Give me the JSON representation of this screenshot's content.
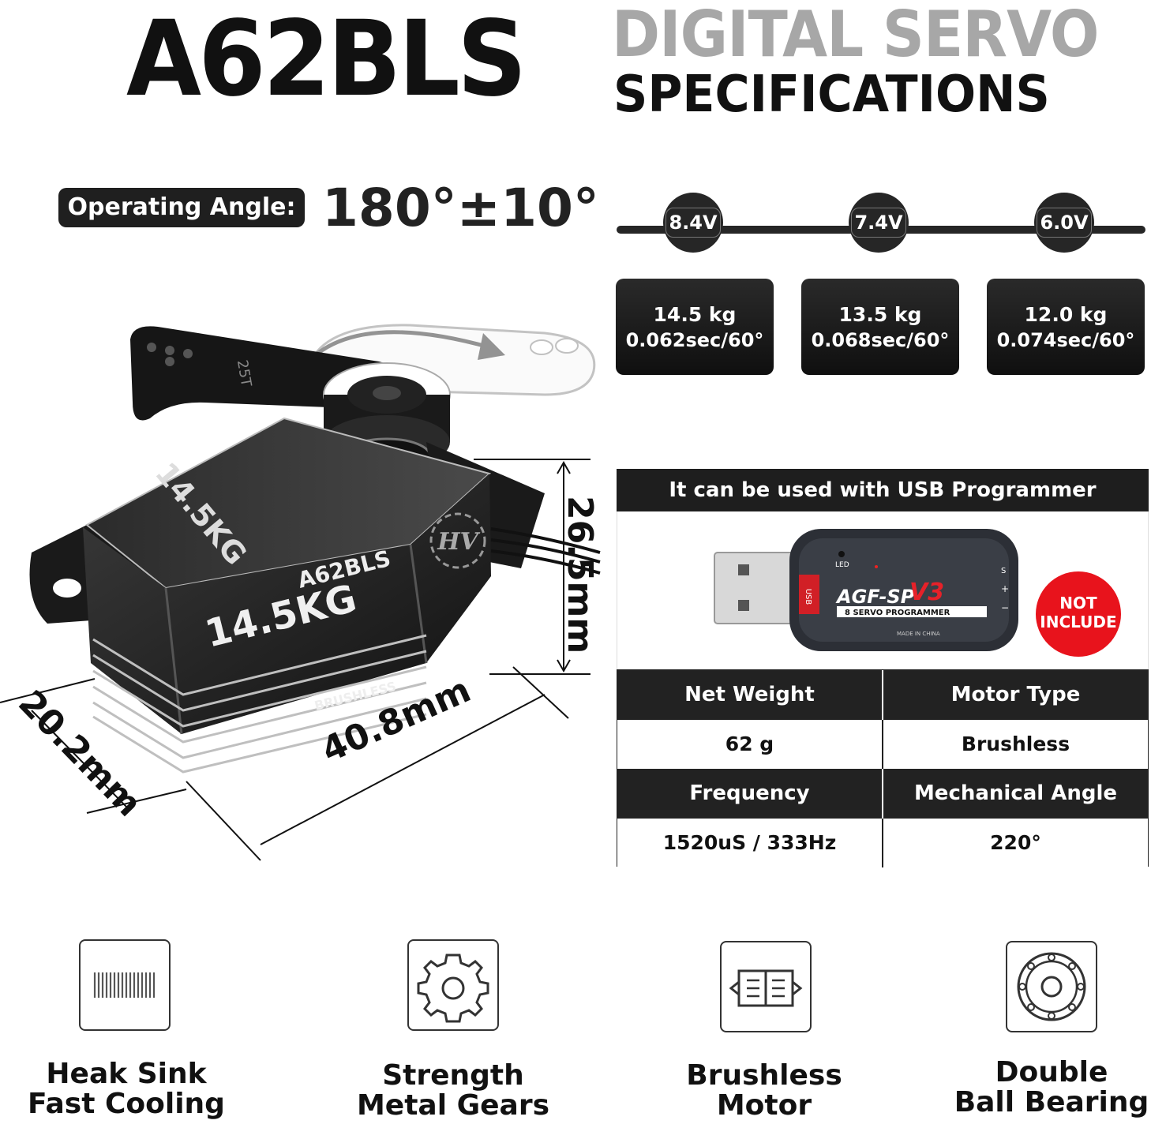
{
  "header": {
    "model": "A62BLS",
    "subtitle": "DIGITAL SERVO",
    "specifications": "SPECIFICATIONS"
  },
  "operating_angle": {
    "label": "Operating Angle:",
    "value": "180°±10°"
  },
  "voltages": [
    {
      "voltage": "8.4V",
      "torque": "14.5 kg",
      "speed": "0.062sec/60°"
    },
    {
      "voltage": "7.4V",
      "torque": "13.5 kg",
      "speed": "0.068sec/60°"
    },
    {
      "voltage": "6.0V",
      "torque": "12.0 kg",
      "speed": "0.074sec/60°"
    }
  ],
  "usb": {
    "header": "It can be used with USB Programmer",
    "programmer_brand": "AGF-SP",
    "programmer_version": "V3",
    "programmer_sub": "8 SERVO PROGRAMMER",
    "made_in": "MADE IN CHINA",
    "led": "LED",
    "usb_tag": "USB",
    "not_include": "NOT INCLUDE",
    "not_include_l1": "NOT",
    "not_include_l2": "INCLUDE"
  },
  "specs": {
    "row1": {
      "h1": "Net Weight",
      "h2": "Motor Type",
      "v1": "62 g",
      "v2": "Brushless"
    },
    "row2": {
      "h1": "Frequency",
      "h2": "Mechanical Angle",
      "v1": "1520uS / 333Hz",
      "v2": "220°"
    }
  },
  "servo": {
    "model_mark": "A62BLS",
    "torque_mark": "14.5KG",
    "top_mark": "14.5KG",
    "brushless_mark": "BRUSHLESS",
    "spline": "25T",
    "hv": "HV"
  },
  "dimensions": {
    "height": "26.5mm",
    "length": "40.8mm",
    "width": "20.2mm"
  },
  "features": [
    {
      "l1": "Heak Sink",
      "l2": "Fast Cooling",
      "icon": "heat-sink-icon"
    },
    {
      "l1": "Strength",
      "l2": "Metal Gears",
      "icon": "gear-icon"
    },
    {
      "l1": "Brushless",
      "l2": "Motor",
      "icon": "motor-icon"
    },
    {
      "l1": "Double",
      "l2": "Ball Bearing",
      "icon": "bearing-icon"
    }
  ]
}
